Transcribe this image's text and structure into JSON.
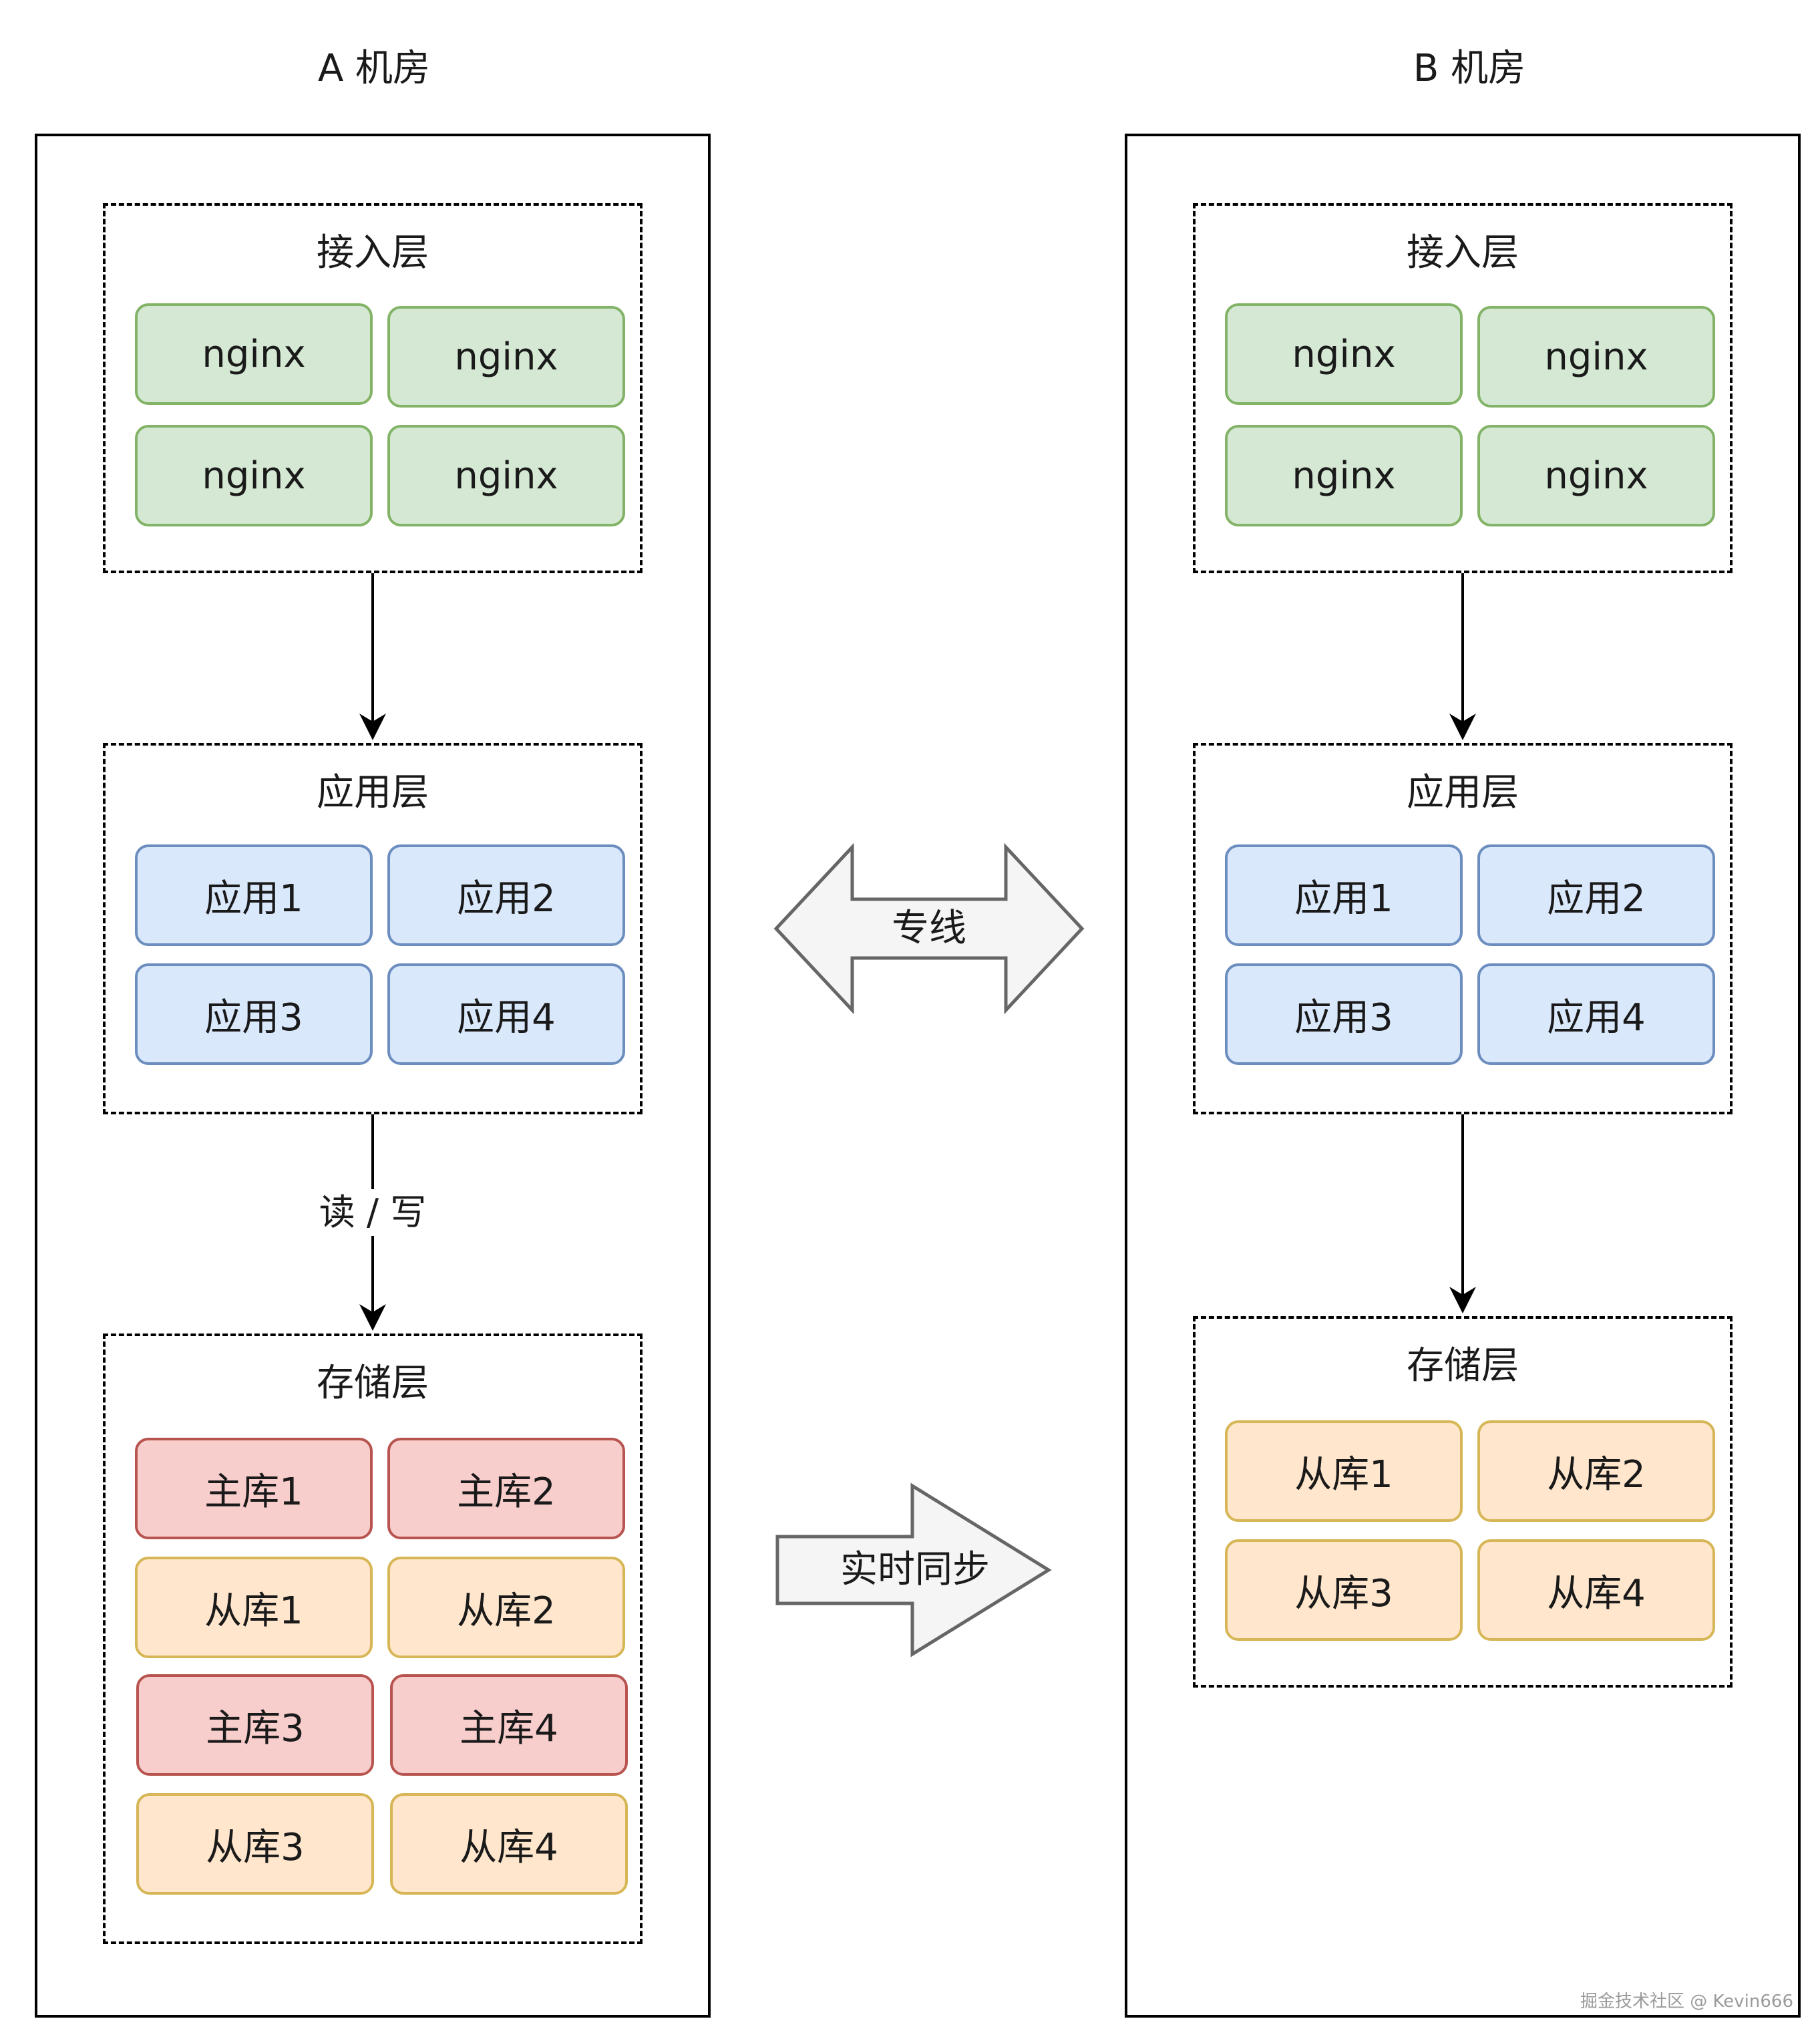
{
  "datacenters": {
    "a": {
      "title": "A 机房",
      "access_layer": {
        "title": "接入层",
        "nodes": [
          "nginx",
          "nginx",
          "nginx",
          "nginx"
        ]
      },
      "app_layer": {
        "title": "应用层",
        "nodes": [
          "应用1",
          "应用2",
          "应用3",
          "应用4"
        ]
      },
      "storage_layer": {
        "title": "存储层",
        "nodes": [
          "主库1",
          "主库2",
          "从库1",
          "从库2",
          "主库3",
          "主库4",
          "从库3",
          "从库4"
        ]
      },
      "app_to_storage_label": "读 / 写"
    },
    "b": {
      "title": "B 机房",
      "access_layer": {
        "title": "接入层",
        "nodes": [
          "nginx",
          "nginx",
          "nginx",
          "nginx"
        ]
      },
      "app_layer": {
        "title": "应用层",
        "nodes": [
          "应用1",
          "应用2",
          "应用3",
          "应用4"
        ]
      },
      "storage_layer": {
        "title": "存储层",
        "nodes": [
          "从库1",
          "从库2",
          "从库3",
          "从库4"
        ]
      }
    }
  },
  "links": {
    "dedicated_line": "专线",
    "realtime_sync": "实时同步"
  },
  "colors": {
    "access_fill": "#d5e8d4",
    "access_border": "#82b366",
    "app_fill": "#dae8fc",
    "app_border": "#6c8ebf",
    "master_fill": "#f8cecc",
    "master_border": "#b85450",
    "slave_fill": "#ffe6cc",
    "slave_border": "#d6b656",
    "arrow_fill": "#f5f5f5",
    "arrow_border": "#666666"
  },
  "watermark": "掘金技术社区 @ Kevin666"
}
